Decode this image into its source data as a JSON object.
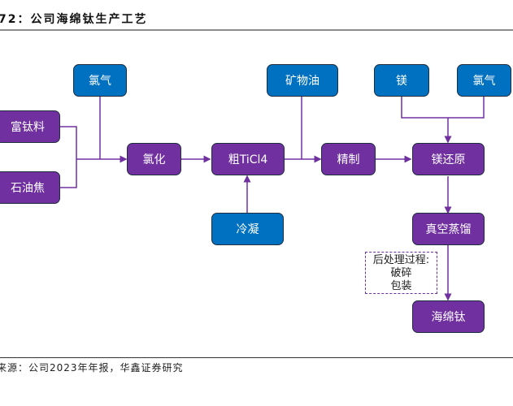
{
  "title": "72：公司海绵钛生产工艺",
  "source": "来源：公司2023年年报，华鑫证券研究",
  "colors": {
    "process": "#7030a0",
    "input": "#0070c0",
    "connector": "#7030a0"
  },
  "nodes": {
    "chlorine_1": "氯气",
    "rich_titanium": "富钛料",
    "petroleum_coke": "石油焦",
    "chlorination": "氯化",
    "crude_ticl4": "粗TiCl4",
    "condensation": "冷凝",
    "mineral_oil": "矿物油",
    "refining": "精制",
    "magnesium": "镁",
    "chlorine_2": "氯气",
    "mg_reduction": "镁还原",
    "vacuum_distillation": "真空蒸馏",
    "sponge_titanium": "海绵钛"
  },
  "note": {
    "lines": [
      "后处理过程:",
      "破碎",
      "包装"
    ]
  }
}
